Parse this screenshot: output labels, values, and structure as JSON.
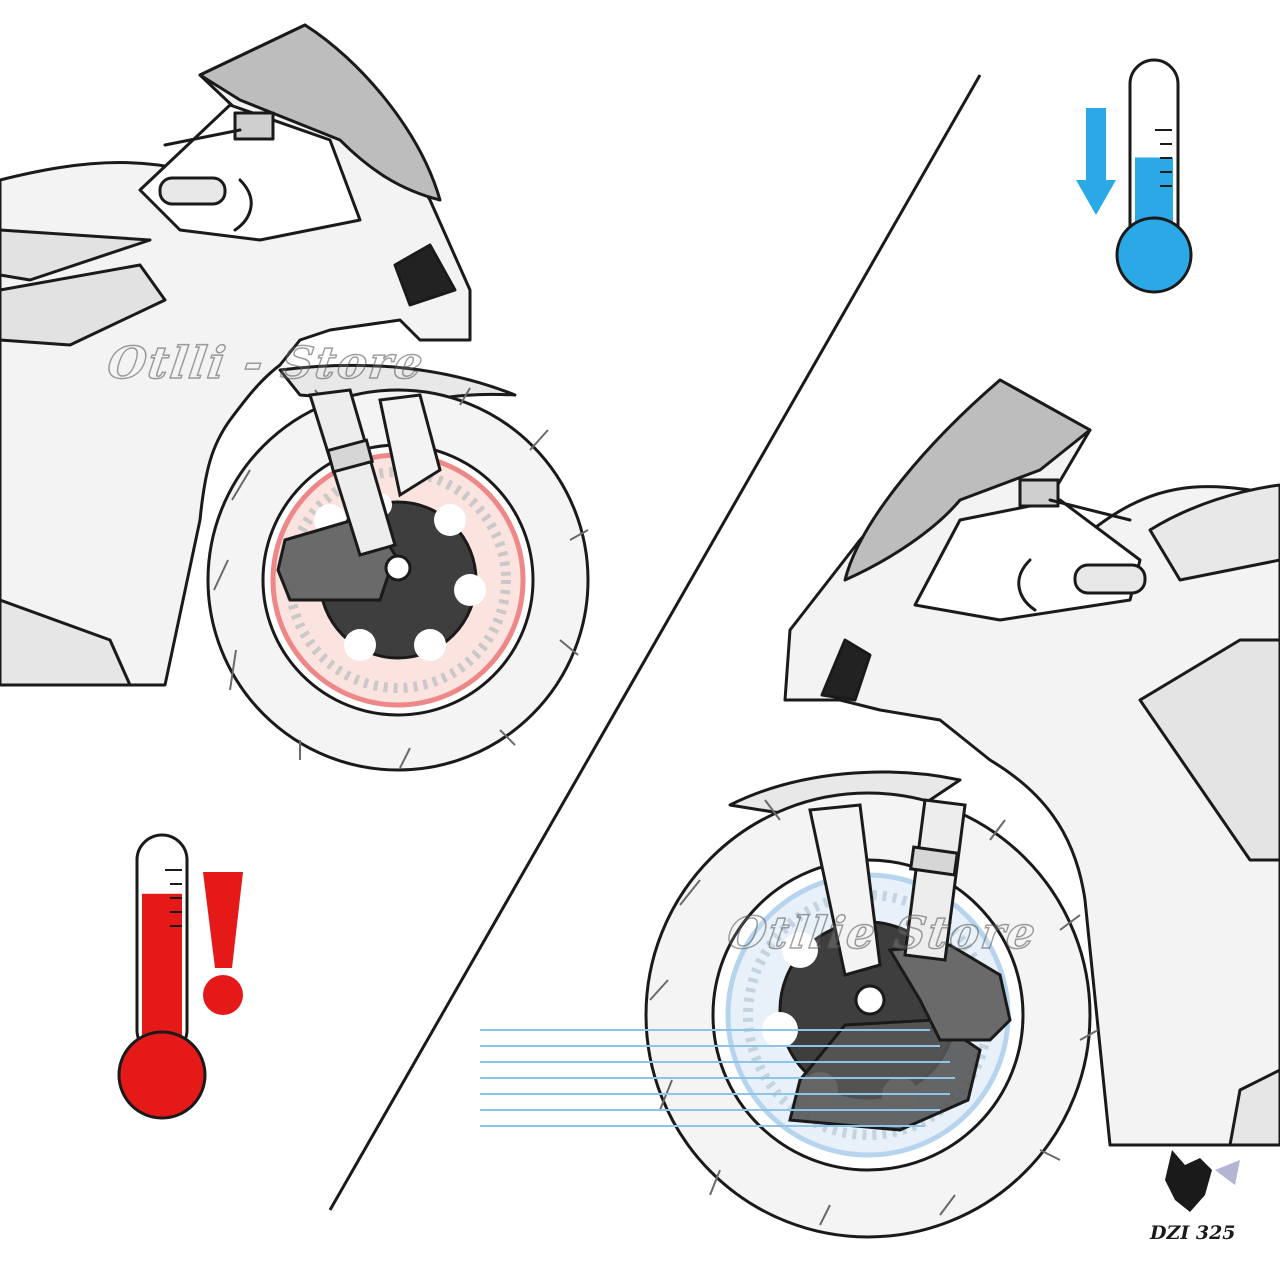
{
  "watermarks": {
    "left_text": "Otlli - Store",
    "right_text": "Otllie Store"
  },
  "signature": {
    "text": "DZI 325"
  },
  "panels": {
    "left": {
      "state": "hot",
      "indicator_color": "#e61919"
    },
    "right": {
      "state": "cooled",
      "indicator_color": "#2ba8e6"
    }
  },
  "thermometers": {
    "hot_fill_level": 0.75,
    "cold_fill_level": 0.5
  },
  "icons": [
    "thermometer-hot-icon",
    "exclamation-icon",
    "thermometer-cold-icon",
    "down-arrow-icon",
    "signature-logo-icon"
  ],
  "colors": {
    "line": "#1a1a1a",
    "fairing": "#f3f3f3",
    "fairing_shade": "#e2e2e2",
    "windscreen": "#bdbdbd",
    "hot": "#e61919",
    "cold": "#2ba8e6",
    "airflow": "#8fc4e8"
  }
}
